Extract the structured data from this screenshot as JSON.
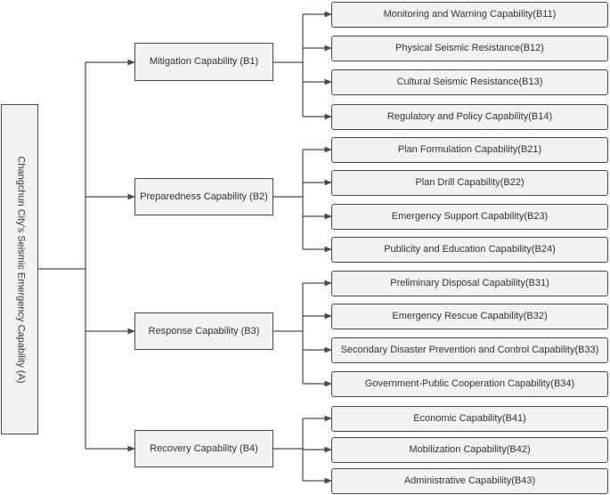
{
  "root": {
    "label": "Changchun City's Seismic Emergency Capability (A)"
  },
  "categories": [
    {
      "label": "Mitigation Capability (B1)",
      "items": [
        "Monitoring and Warning Capability(B11)",
        "Physical Seismic Resistance(B12)",
        "Cultural Seismic Resistance(B13)",
        "Regulatory and Policy Capability(B14)"
      ]
    },
    {
      "label": "Preparedness Capability (B2)",
      "items": [
        "Plan Formulation Capability(B21)",
        "Plan Drill Capability(B22)",
        "Emergency Support Capability(B23)",
        "Publicity and Education Capability(B24)"
      ]
    },
    {
      "label": "Response Capability (B3)",
      "items": [
        "Preliminary Disposal Capability(B31)",
        "Emergency Rescue Capability(B32)",
        "Secondary Disaster Prevention and Control Capability(B33)",
        "Government-Public Cooperation Capability(B34)"
      ]
    },
    {
      "label": "Recovery Capability (B4)",
      "items": [
        "Economic Capability(B41)",
        "Mobilization Capability(B42)",
        "Administrative Capability(B43)"
      ]
    }
  ],
  "colors": {
    "box_fill": "#f2f2f2",
    "stroke": "#4a4a4a",
    "text": "#333333"
  }
}
